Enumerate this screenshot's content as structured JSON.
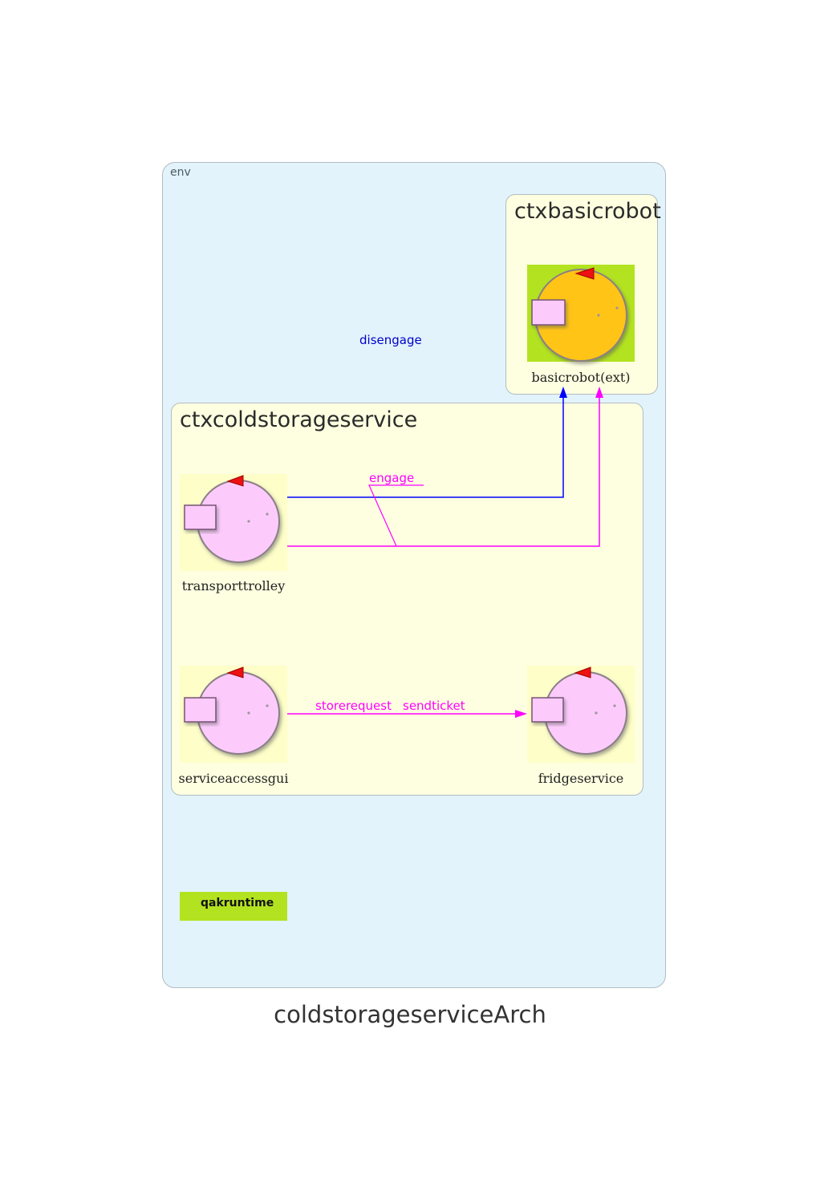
{
  "diagram": {
    "title": "coldstorageserviceArch",
    "environment_label": "env",
    "contexts": [
      {
        "id": "ctxbasicrobot",
        "label": "ctxbasicrobot"
      },
      {
        "id": "ctxcoldstorageservice",
        "label": "ctxcoldstorageservice"
      }
    ],
    "actors": {
      "basicrobot": {
        "label": "basicrobot(ext)",
        "context": "ctxbasicrobot",
        "fill": "#ffc412",
        "background": "#b3e320"
      },
      "transporttrolley": {
        "label": "transporttrolley",
        "context": "ctxcoldstorageservice",
        "fill": "#fccbfc",
        "background": "#fefec9"
      },
      "serviceaccessgui": {
        "label": "serviceaccessgui",
        "context": "ctxcoldstorageservice",
        "fill": "#fccbfc",
        "background": "#fefec9"
      },
      "fridgeservice": {
        "label": "fridgeservice",
        "context": "ctxcoldstorageservice",
        "fill": "#fccbfc",
        "background": "#fefec9"
      }
    },
    "edges": [
      {
        "from": "transporttrolley",
        "to": "basicrobot",
        "label": "disengage",
        "color": "#0000ff"
      },
      {
        "from": "transporttrolley",
        "to": "basicrobot",
        "label": "engage",
        "color": "#ff00ff"
      },
      {
        "from": "serviceaccessgui",
        "to": "fridgeservice",
        "label": "storerequest",
        "color": "#ff00ff"
      },
      {
        "from": "serviceaccessgui",
        "to": "fridgeservice",
        "label": "sendticket",
        "color": "#ff00ff"
      }
    ],
    "runtime_label": "qakruntime",
    "colors": {
      "env_background": "#e2f3fb",
      "context_background": "#fefee0",
      "runtime_background": "#b3e320",
      "request_edge": "#ff00ff",
      "dispatch_edge": "#0000ff"
    }
  }
}
